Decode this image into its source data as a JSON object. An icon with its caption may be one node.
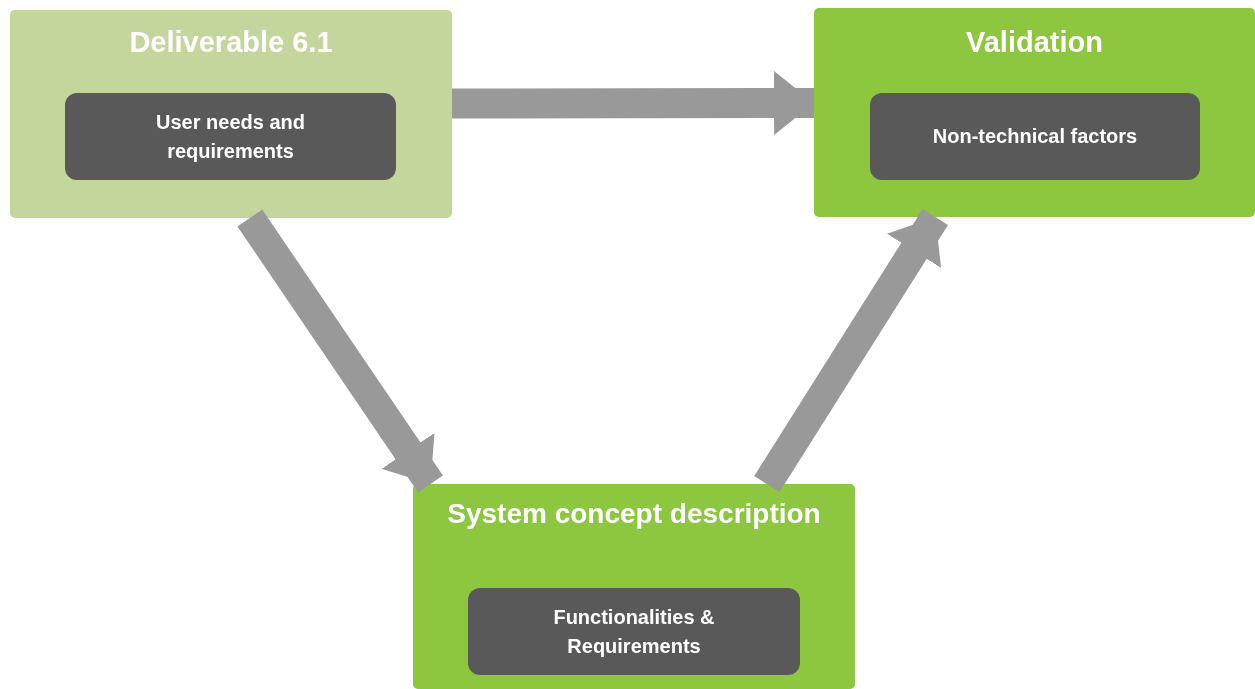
{
  "diagram": {
    "nodes": [
      {
        "text": [
          "Deliverable 6.1"
        ]
      },
      {
        "text": [
          "User needs and requirements"
        ],
        "in": 0
      },
      {
        "text": [
          "Validation"
        ]
      },
      {
        "text": [
          "Non-technical factors"
        ],
        "in": 2
      },
      {
        "text": [
          "System concept description"
        ]
      },
      {
        "text": [
          "Functionalities & Requirements"
        ],
        "in": 4
      }
    ],
    "edges": [
      {
        "from": 0,
        "to": 2,
        "arrow": "to"
      },
      {
        "from": 0,
        "to": 4,
        "arrow": "to"
      },
      {
        "from": 4,
        "to": 2,
        "arrow": "to"
      }
    ]
  }
}
